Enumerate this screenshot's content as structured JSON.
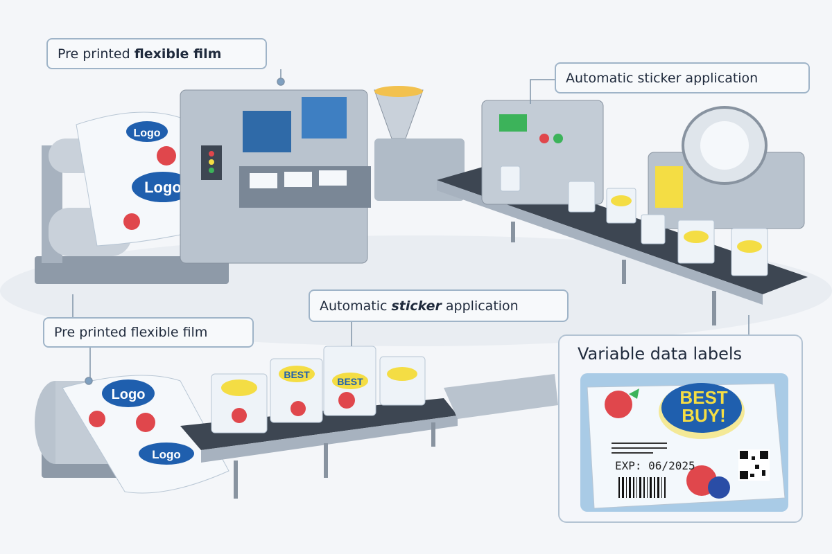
{
  "callouts": {
    "film_top": {
      "prefix": "Pre printed ",
      "emphasis": "flexible film"
    },
    "sticker_top": {
      "text": "Automatic sticker application"
    },
    "film_bottom": {
      "text": "Pre printed flexible film"
    },
    "sticker_bottom": {
      "prefix": "Automatic ",
      "emphasis": "sticker",
      "suffix": " application"
    }
  },
  "panel": {
    "title": "Variable data labels",
    "label": {
      "headline_line1": "BEST",
      "headline_line2": "BUY!",
      "expiry": "EXP: 06/2025"
    }
  },
  "illustration_lettering": {
    "film_logo": "Logo",
    "pouch_logo": "BEST"
  },
  "colors": {
    "machine": "#b9c3ce",
    "machine_dark": "#6f7d8c",
    "belt": "#3d4652",
    "brand_blue": "#1f5fae",
    "brand_yellow": "#f4dd44",
    "callout_border": "#9fb4c8",
    "strawberry": "#e0474c"
  }
}
